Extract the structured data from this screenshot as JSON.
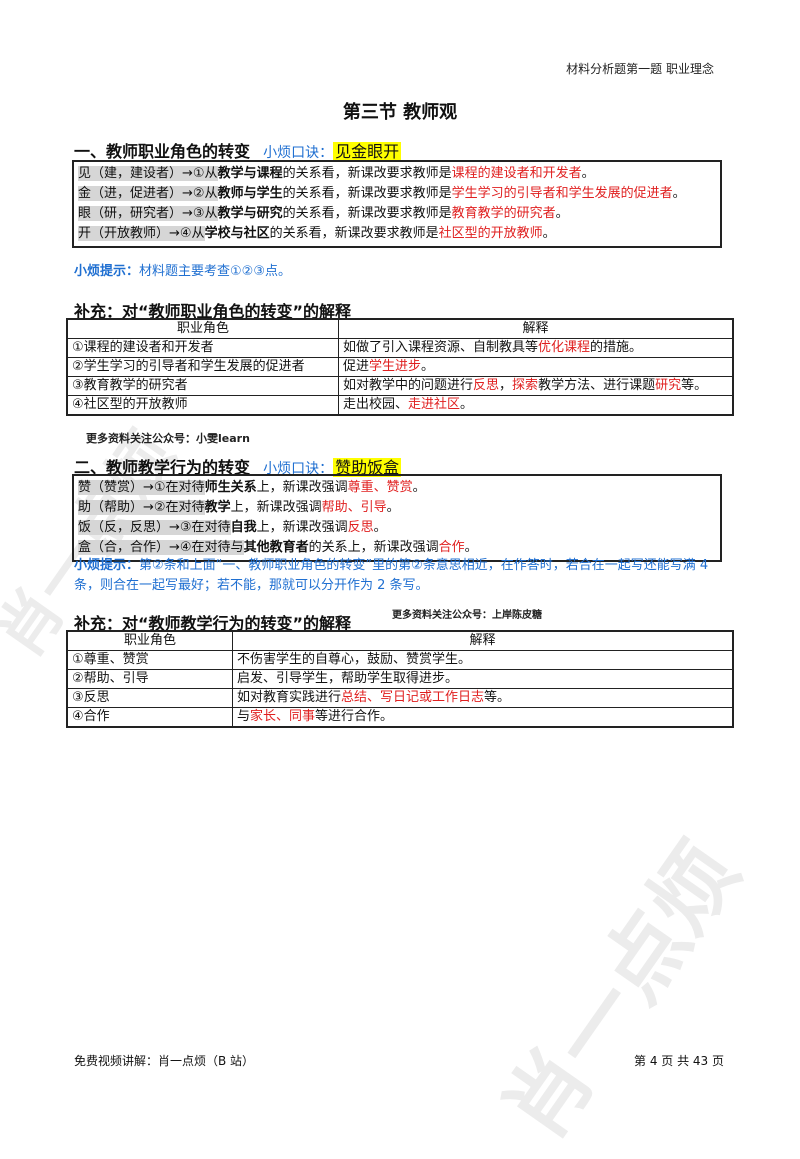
{
  "header": {
    "running_title": "材料分析题第一题  职业理念"
  },
  "section_title": "第三节  教师观",
  "part1": {
    "heading": "一、教师职业角色的转变",
    "mnemonic_label": "小烦口诀：",
    "mnemonic": "见金眼开",
    "rows": [
      {
        "key": "见（建，建设者）→①从",
        "bold": "教学与课程",
        "mid": "的关系看，新课改要求教师是",
        "red": "课程的建设者和开发者",
        "end": "。"
      },
      {
        "key": "金（进，促进者）→②从",
        "bold": "教师与学生",
        "mid": "的关系看，新课改要求教师是",
        "red": "学生学习的引导者和学生发展的促进者",
        "end": "。"
      },
      {
        "key": "眼（研，研究者）→③从",
        "bold": "教学与研究",
        "mid": "的关系看，新课改要求教师是",
        "red": "教育教学的研究者",
        "end": "。"
      },
      {
        "key": "开（开放教师）→④从",
        "bold": "学校与社区",
        "mid": "的关系看，新课改要求教师是",
        "red": "社区型的开放教师",
        "end": "。"
      }
    ],
    "tip_label": "小烦提示：",
    "tip": "材料题主要考查①②③点。"
  },
  "supplement1": {
    "heading": "补充：对“教师职业角色的转变”的解释",
    "col1": "职业角色",
    "col2": "解释",
    "rows": [
      {
        "role": "①课程的建设者和开发者",
        "a": "如做了引入课程资源、自制教具等",
        "r": "优化课程",
        "b": "的措施。",
        "r2": "",
        "c": ""
      },
      {
        "role": "②学生学习的引导者和学生发展的促进者",
        "a": "促进",
        "r": "学生进步",
        "b": "。",
        "r2": "",
        "c": ""
      },
      {
        "role": "③教育教学的研究者",
        "a": "如对教学中的问题进行",
        "r": "反思",
        "b": "，",
        "r2": "探索",
        "c": "教学方法、进行课题",
        "r3": "研究",
        "d": "等。"
      },
      {
        "role": "④社区型的开放教师",
        "a": "走出校园、",
        "r": "走进社区",
        "b": "。",
        "r2": "",
        "c": ""
      }
    ]
  },
  "note1": "更多资料关注公众号：小雯learn",
  "part2": {
    "heading": "二、教师教学行为的转变",
    "mnemonic_label": "小烦口诀：",
    "mnemonic": "赞助饭盒",
    "rows": [
      {
        "key": "赞（赞赏）→①在对待",
        "bold": "师生关系",
        "mid": "上，新课改强调",
        "red": "尊重、赞赏",
        "end": "。"
      },
      {
        "key": "助（帮助）→②在对待",
        "bold": "教学",
        "mid": "上，新课改强调",
        "red": "帮助、引导",
        "end": "。"
      },
      {
        "key": "饭（反，反思）→③在对待",
        "bold": "自我",
        "mid": "上，新课改强调",
        "red": "反思",
        "end": "。"
      },
      {
        "key": "盒（合，合作）→④在对待与",
        "bold": "其他教育者",
        "mid": "的关系上，新课改强调",
        "red": "合作",
        "end": "。"
      }
    ],
    "tip_label": "小烦提示：",
    "tip": "第②条和上面“一、教师职业角色的转变”里的第②条意思相近，在作答时，若合在一起写还能写满 4 条，则合在一起写最好；若不能，那就可以分开作为 2 条写。"
  },
  "supplement2": {
    "heading": "补充：对“教师教学行为的转变”的解释",
    "note": "更多资料关注公众号：上岸陈皮糖",
    "col1": "职业角色",
    "col2": "解释",
    "rows": [
      {
        "role": "①尊重、赞赏",
        "a": "不伤害学生的自尊心，鼓励、赞赏学生。",
        "r": "",
        "b": ""
      },
      {
        "role": "②帮助、引导",
        "a": "启发、引导学生，帮助学生取得进步。",
        "r": "",
        "b": ""
      },
      {
        "role": "③反思",
        "a": "如对教育实践进行",
        "r": "总结、写日记或工作日志",
        "b": "等。"
      },
      {
        "role": "④合作",
        "a": "与",
        "r": "家长、同事",
        "b": "等进行合作。"
      }
    ]
  },
  "footer": {
    "left": "免费视频讲解：肖一点烦（B 站）",
    "right": "第 4 页 共 43 页"
  },
  "watermark": "肖一点烦"
}
